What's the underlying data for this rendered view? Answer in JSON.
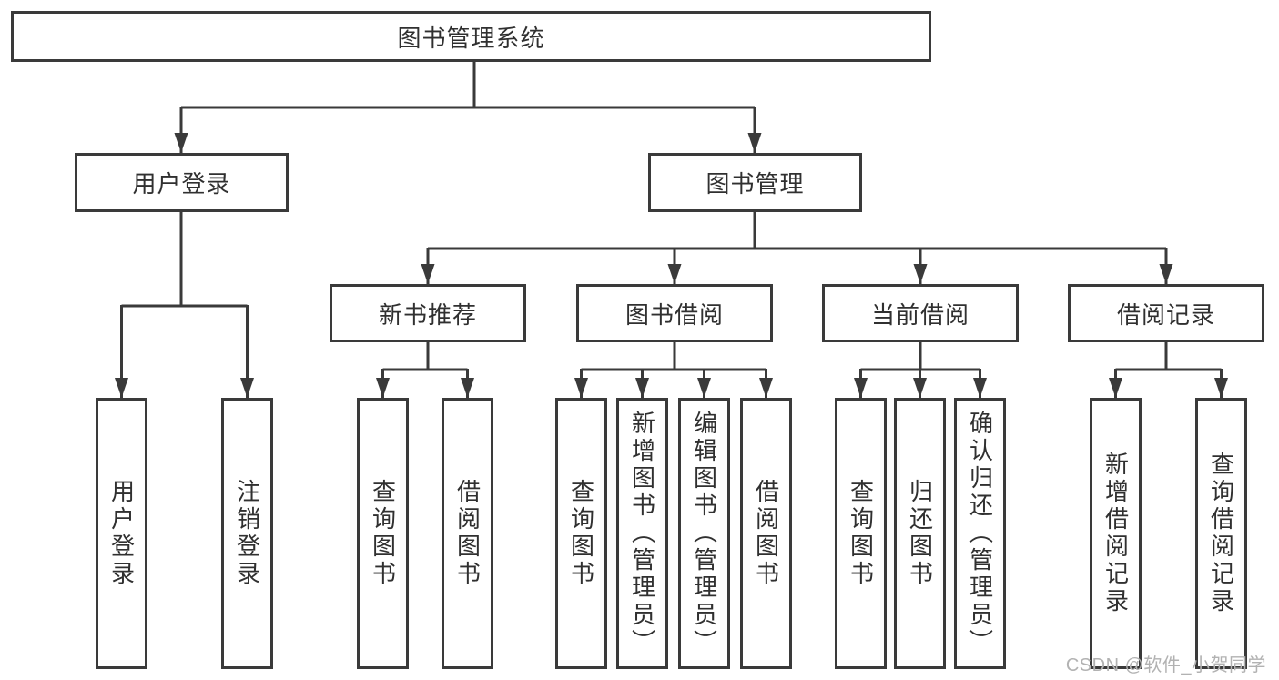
{
  "tree": {
    "root": {
      "label": "图书管理系统"
    },
    "branches": [
      {
        "label": "用户登录",
        "children": [
          {
            "label": "用户登录"
          },
          {
            "label": "注销登录"
          }
        ]
      },
      {
        "label": "图书管理",
        "children": [
          {
            "label": "新书推荐",
            "children": [
              {
                "label": "查询图书"
              },
              {
                "label": "借阅图书"
              }
            ]
          },
          {
            "label": "图书借阅",
            "children": [
              {
                "label": "查询图书"
              },
              {
                "label": "新增图书（管理员）"
              },
              {
                "label": "编辑图书（管理员）"
              },
              {
                "label": "借阅图书"
              }
            ]
          },
          {
            "label": "当前借阅",
            "children": [
              {
                "label": "查询图书"
              },
              {
                "label": "归还图书"
              },
              {
                "label": "确认归还（管理员）"
              }
            ]
          },
          {
            "label": "借阅记录",
            "children": [
              {
                "label": "新增借阅记录"
              },
              {
                "label": "查询借阅记录"
              }
            ]
          }
        ]
      }
    ]
  },
  "watermark": {
    "text": "CSDN @软件_小贺同学"
  },
  "colors": {
    "line": "#3a3a3a",
    "text": "#303030",
    "watermark": "#b2b2b2",
    "background": "#ffffff"
  }
}
